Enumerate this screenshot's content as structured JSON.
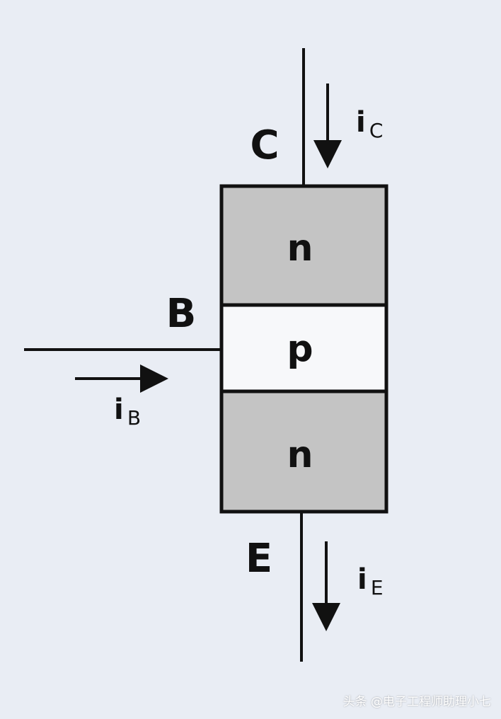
{
  "diagram": {
    "terminals": {
      "collector": "C",
      "base": "B",
      "emitter": "E"
    },
    "regions": {
      "top": "n",
      "middle": "p",
      "bottom": "n"
    },
    "currents": {
      "collector": {
        "main": "i",
        "sub": "C"
      },
      "base": {
        "main": "i",
        "sub": "B"
      },
      "emitter": {
        "main": "i",
        "sub": "E"
      }
    },
    "colors": {
      "background": "#e9edf4",
      "n_region": "#c4c4c4",
      "p_region": "#f7f8fa",
      "stroke": "#111111"
    }
  },
  "watermark": "头条 @电子工程师助理小七"
}
